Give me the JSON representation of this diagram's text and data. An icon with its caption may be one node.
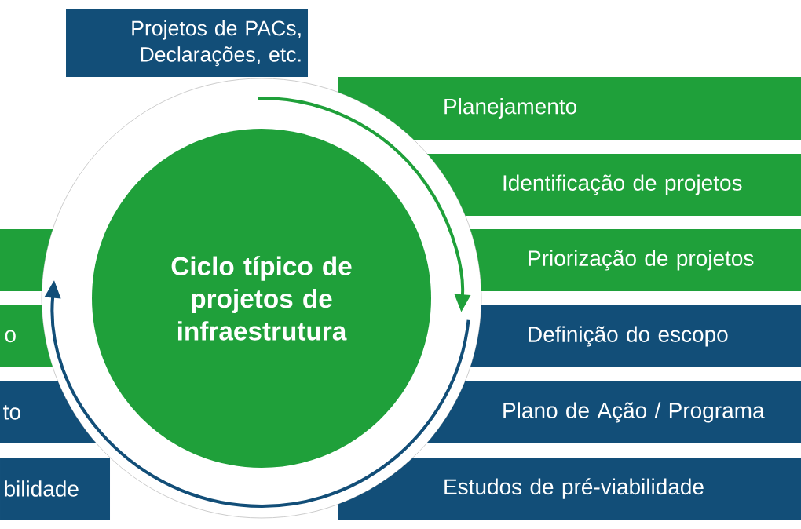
{
  "diagram": {
    "nodes": [
      {
        "text": [
          "Projetos de PACs, Declarações, etc."
        ]
      },
      {
        "text": [
          "Planejamento"
        ]
      },
      {
        "text": [
          "Identificação de projetos"
        ]
      },
      {
        "text": [
          "Priorização de projetos"
        ]
      },
      {
        "text": [
          "Definição do escopo"
        ]
      },
      {
        "text": [
          "Plano de Ação / Programa"
        ]
      },
      {
        "text": [
          "Estudos de pré-viabilidade"
        ]
      },
      {
        "text": [],
        "shape": "bar"
      },
      {
        "text": [
          "o"
        ]
      },
      {
        "text": [
          "to"
        ]
      },
      {
        "text": [
          "bilidade"
        ]
      },
      {
        "text": [],
        "shape": "circle"
      },
      {
        "text": [
          "Ciclo típico de projetos de infraestrutura"
        ],
        "in": 11
      }
    ]
  }
}
